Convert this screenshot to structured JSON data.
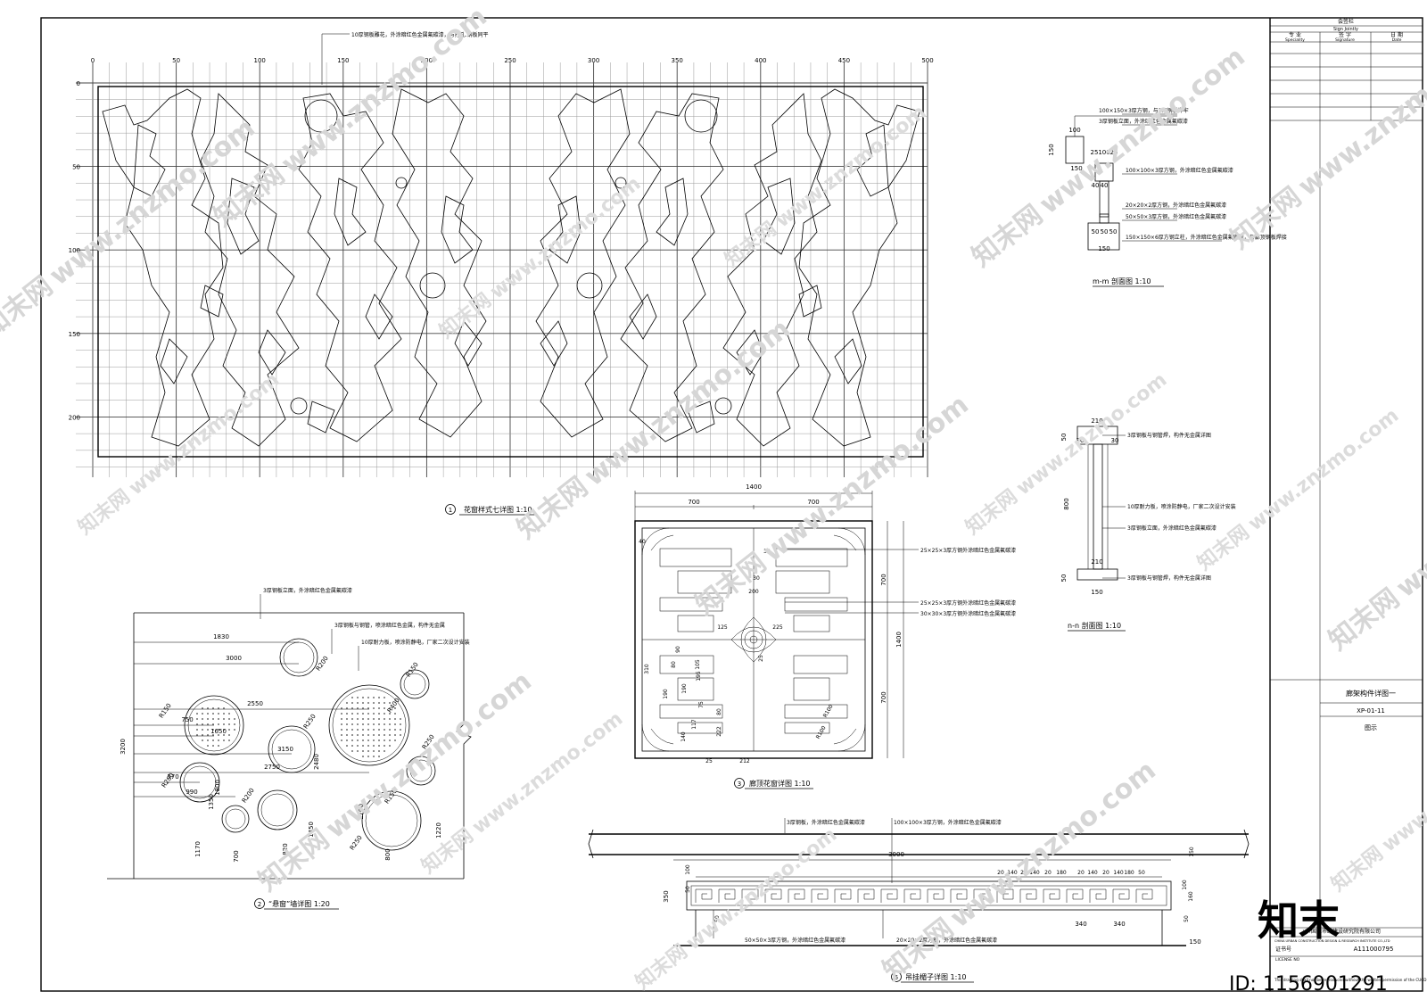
{
  "panel1": {
    "note_top": "10厚钢板雕花，外涂暗红色金属氟碳漆，与打孔.钢板同平",
    "x_ticks": [
      "0",
      "50",
      "100",
      "150",
      "200",
      "250",
      "300",
      "350",
      "400",
      "450",
      "500"
    ],
    "y_ticks": [
      "0",
      "50",
      "100",
      "150",
      "200"
    ],
    "caption_no": "1",
    "caption": "花窗样式七详图  1:10"
  },
  "panel_m": {
    "labels": [
      "100×150×3厚方钢，与3厚钢板焊牢",
      "3厚钢板立面，外涂暗红色金属氟碳漆",
      "100×100×3厚方钢，外涂暗红色金属氟碳漆",
      "20×20×2厚方钢，外涂暗红色金属氟碳漆",
      "50×50×3厚方钢，外涂暗红色金属氟碳漆",
      "150×150×6厚方钢立柱，外涂暗红色金属氟碳漆，与廊顶钢板焊接"
    ],
    "dims": [
      "100",
      "150",
      "25",
      "100",
      "25",
      "150",
      "40",
      "40",
      "50",
      "50",
      "50",
      "150"
    ],
    "caption": "m-m  剖面图  1:10"
  },
  "panel_n": {
    "labels": [
      "3厚钢板与钢管焊，构件无金属详图",
      "10厚耐力板，喷涂防静电，厂家二次设计安装",
      "3厚钢板立面，外涂暗红色金属氟碳漆",
      "3厚钢板与钢管焊，构件无金属详图"
    ],
    "dims": [
      "210",
      "30",
      "30",
      "50",
      "800",
      "210",
      "50",
      "150"
    ],
    "caption": "n-n  剖面图  1:10"
  },
  "panel2": {
    "labels": [
      "3厚钢板立面，外涂暗红色金属氟碳漆",
      "3厚钢板与钢管，喷涂暗红色金属，构件无金属",
      "10厚耐力板，喷涂防静电，厂家二次设计安装"
    ],
    "dims": [
      "1830",
      "3000",
      "2550",
      "750",
      "1650",
      "3150",
      "2750",
      "570",
      "990",
      "3200",
      "2480",
      "1700",
      "1450",
      "1220",
      "1170",
      "700",
      "820",
      "800",
      "1350",
      "1800"
    ],
    "radii": [
      "R200",
      "R150",
      "R400",
      "R250",
      "R250",
      "R150",
      "R200",
      "R150",
      "R200",
      "R250"
    ],
    "caption_no": "2",
    "caption": "“悬窗”墙详图  1:20"
  },
  "panel3": {
    "dims_top": [
      "1400",
      "700",
      "700"
    ],
    "dims_side": [
      "700",
      "700",
      "1400"
    ],
    "inner_dims": [
      "200",
      "125",
      "225",
      "90",
      "105",
      "195",
      "310",
      "190",
      "80",
      "25",
      "190",
      "75",
      "80",
      "117",
      "222",
      "140",
      "212",
      "40",
      "30",
      "30",
      "25"
    ],
    "labels": [
      "25×25×3厚方钢外涂暗红色金属氟碳漆",
      "25×25×3厚方钢外涂暗红色金属氟碳漆",
      "30×30×3厚方钢外涂暗红色金属氟碳漆"
    ],
    "radii": [
      "R100",
      "R100"
    ],
    "caption_no": "3",
    "caption": "廊顶花窗详图  1:10"
  },
  "panel5": {
    "labels_top": [
      "3厚钢板，外涂暗红色金属氟碳漆",
      "100×100×3厚方钢，外涂暗红色金属氟碳漆"
    ],
    "labels_bottom": [
      "50×50×3厚方钢，外涂暗红色金属氟碳漆",
      "20×20×2厚方钢，外涂暗红色金属氟碳漆"
    ],
    "dims": [
      "3000",
      "180",
      "20",
      "140",
      "20",
      "140",
      "180",
      "20",
      "140",
      "20",
      "140",
      "20",
      "50",
      "150",
      "100",
      "160",
      "340",
      "340",
      "50",
      "150",
      "350",
      "100",
      "50",
      "50"
    ],
    "caption_no": "5",
    "caption": "吊挂楣子详图  1:10"
  },
  "titleblock": {
    "sign_header": "会签栏",
    "sign_header_en": "Sign Jointly",
    "col1": "专  业",
    "col1_en": "Speciality",
    "col2": "签  字",
    "col2_en": "Signature",
    "col3": "日  期",
    "col3_en": "Date",
    "drawing_title": "廊架构件详图一",
    "drawing_no": "XP-01-11",
    "drawing_type": "图示",
    "company": "××国际市政建设研究院有限公司",
    "company_en": "CHINA URBAN CONSTRUCTION DESIGN & RESEARCH INSTITUTE CO.,LTD",
    "cert_label": "证书号",
    "cert_en": "LICENSE NO",
    "cert_no": "A111000795",
    "note_en": "This drawing shall not be reproduced without the written permission of the CUCD"
  },
  "watermark": {
    "brand": "知末网",
    "url": "www.znzmo.com",
    "logo": "知末",
    "id": "ID: 1156901291"
  }
}
